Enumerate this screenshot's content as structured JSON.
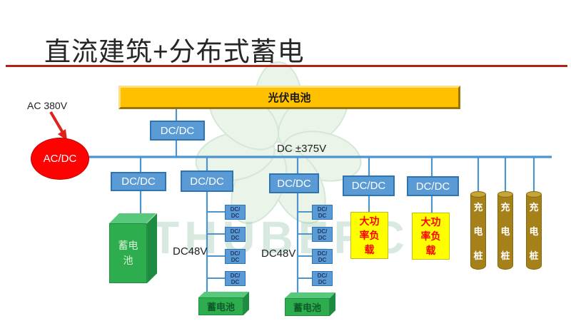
{
  "slide": {
    "title": "直流建筑+分布式蓄电",
    "watermark_text": "THUBERC"
  },
  "grid": {
    "ac_source_label": "AC 380V",
    "rectifier_label": "AC/DC",
    "pv_label": "光伏电池",
    "pv_converter_label": "DC/DC",
    "bus_label": "DC ±375V"
  },
  "converter_row": [
    {
      "label": "DC/DC"
    },
    {
      "label": "DC/DC"
    },
    {
      "label": "DC/DC"
    },
    {
      "label": "DC/DC"
    },
    {
      "label": "DC/DC"
    }
  ],
  "small_converter": {
    "label": "DC/DC",
    "line1": "DC/",
    "line2": "DC"
  },
  "chains": [
    {
      "voltage_label": "DC48V",
      "battery_label": "蓄电池",
      "converter_count": 4
    },
    {
      "voltage_label": "DC48V",
      "battery_label": "蓄电池",
      "converter_count": 4
    }
  ],
  "left_battery": {
    "label": "蓄电池",
    "line1": "蓄电",
    "line2": "池"
  },
  "loads": {
    "label": "大功率负载",
    "lines": [
      "大功",
      "率负",
      "载"
    ],
    "count": 2
  },
  "chargers": {
    "label": "充电桩",
    "chars": [
      "充",
      "电",
      "桩"
    ],
    "count": 3
  },
  "colors": {
    "converter_blue": "#5B9BD5",
    "converter_border": "#2E75B6",
    "connector_line": "#4E95D0",
    "pv_yellow": "#FFC000",
    "load_yellow": "#FFFF00",
    "load_text_red": "#FF0000",
    "battery_green": "#2EAD4E",
    "charger_gold": "#A6811A",
    "rectifier_red": "#FE0202",
    "title_underline_red": "#B02318",
    "title_text": "#262626"
  }
}
